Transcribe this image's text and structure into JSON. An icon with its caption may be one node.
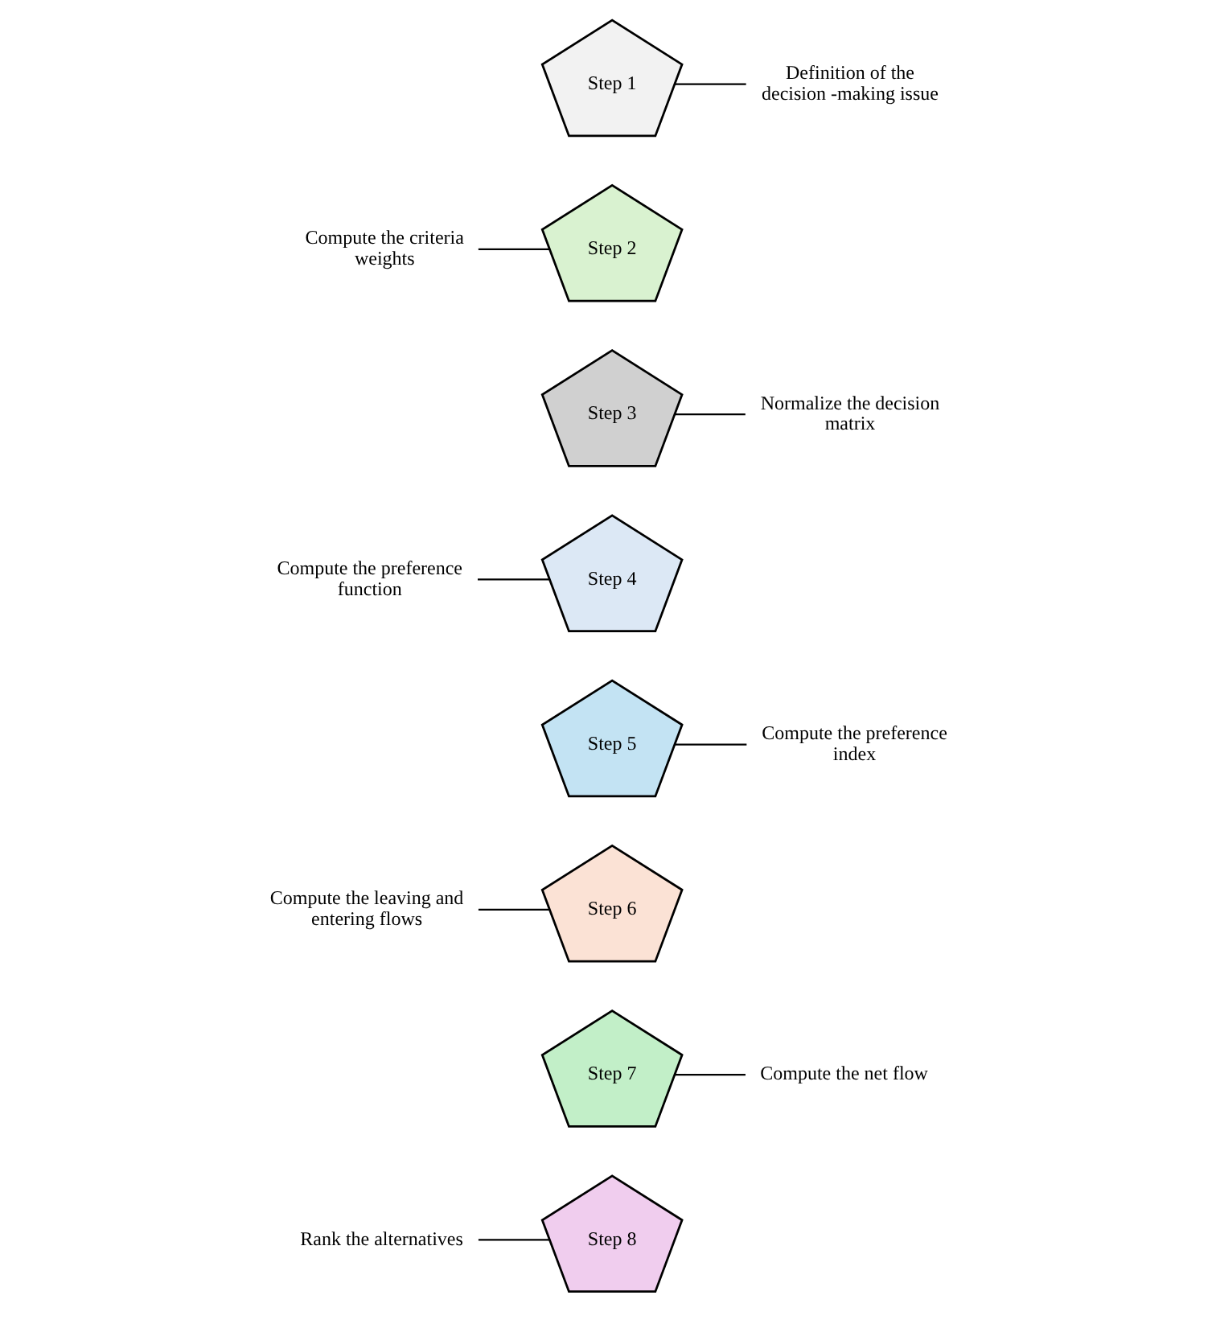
{
  "diagram": {
    "nodes": [
      {
        "text": [
          "Step 1"
        ]
      },
      {
        "text": [
          "Definition of the decision -making issue"
        ]
      },
      {
        "text": [
          "Step 2"
        ]
      },
      {
        "text": [
          "Compute the criteria weights"
        ]
      },
      {
        "text": [
          "Step 3"
        ]
      },
      {
        "text": [
          "Normalize the decision matrix"
        ]
      },
      {
        "text": [
          "Step 4"
        ]
      },
      {
        "text": [
          "Compute the preference function"
        ]
      },
      {
        "text": [
          "Step 5"
        ]
      },
      {
        "text": [
          "Compute the preference index"
        ]
      },
      {
        "text": [
          "Step 6"
        ]
      },
      {
        "text": [
          "Compute the leaving and entering flows"
        ]
      },
      {
        "text": [
          "Step 7"
        ]
      },
      {
        "text": [
          "Compute the net flow"
        ]
      },
      {
        "text": [
          "Step 8"
        ]
      },
      {
        "text": [
          "Rank the alternatives"
        ]
      }
    ],
    "edges": [
      {
        "from": 0,
        "to": 1,
        "arrow": "none"
      },
      {
        "from": 2,
        "to": 3,
        "arrow": "none"
      },
      {
        "from": 4,
        "to": 5,
        "arrow": "none"
      },
      {
        "from": 6,
        "to": 7,
        "arrow": "none"
      },
      {
        "from": 8,
        "to": 9,
        "arrow": "none"
      },
      {
        "from": 10,
        "to": 11,
        "arrow": "none"
      },
      {
        "from": 12,
        "to": 13,
        "arrow": "none"
      },
      {
        "from": 14,
        "to": 15,
        "arrow": "none"
      }
    ]
  }
}
